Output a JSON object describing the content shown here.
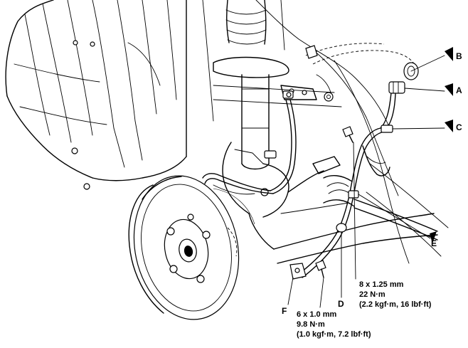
{
  "callouts": {
    "A": "A",
    "B": "B",
    "C": "C",
    "D": "D",
    "E": "E",
    "F": "F"
  },
  "specs": {
    "spec_8mm": {
      "size": "8 x 1.25 mm",
      "torque_nm": "22 N·m",
      "torque_alt": "(2.2 kgf·m, 16 lbf·ft)"
    },
    "spec_6mm": {
      "size": "6 x 1.0 mm",
      "torque_nm": "9.8 N·m",
      "torque_alt": "(1.0 kgf·m, 7.2 lbf·ft)"
    }
  }
}
